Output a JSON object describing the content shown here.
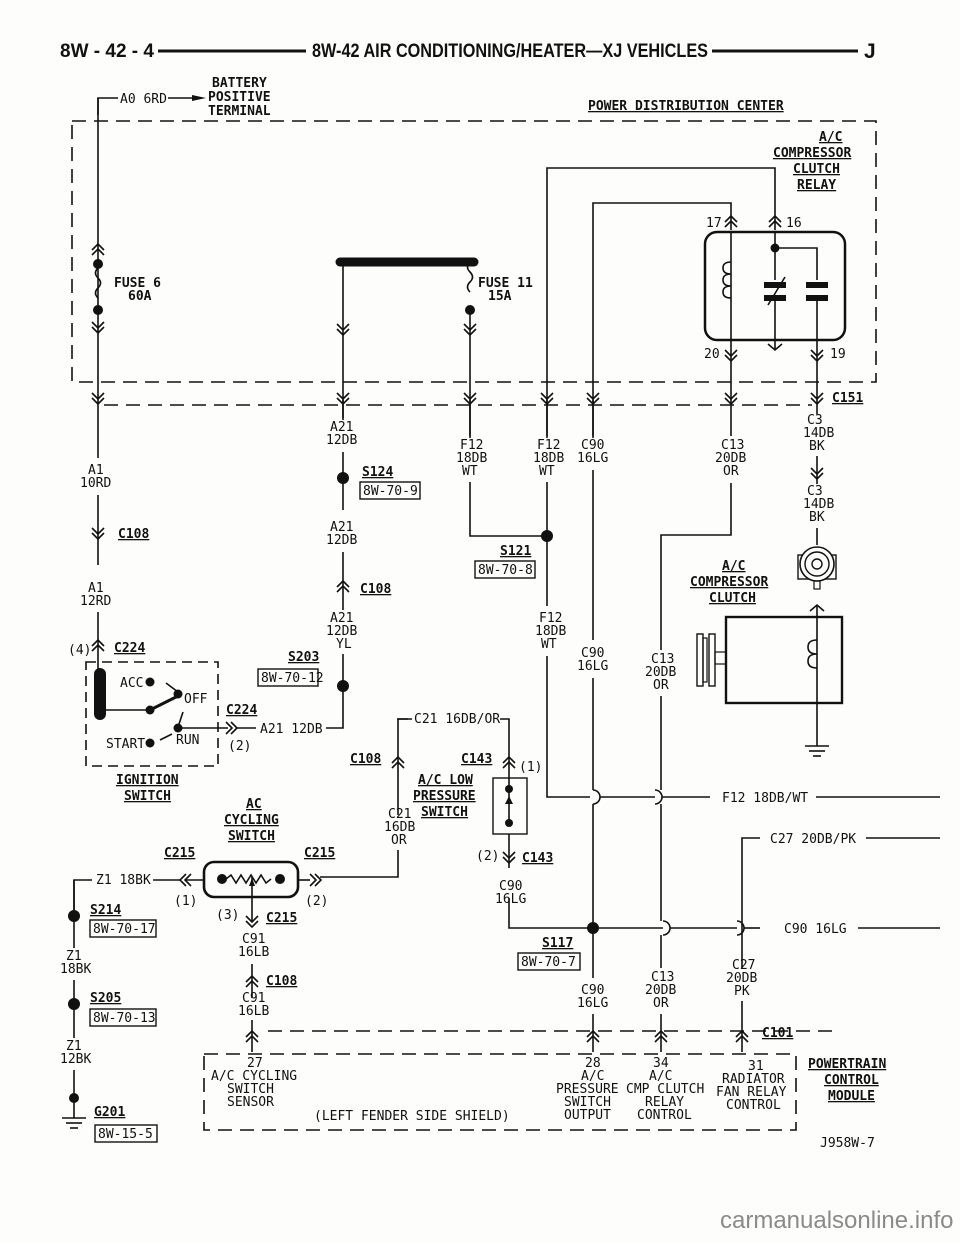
{
  "header": {
    "page_number": "8W - 42 - 4",
    "title": "8W-42 AIR CONDITIONING/HEATER—XJ VEHICLES",
    "section_letter": "J"
  },
  "source": {
    "wire": "A0 6RD",
    "label_lines": [
      "BATTERY",
      "POSITIVE",
      "TERMINAL"
    ]
  },
  "pdc": {
    "title": "POWER DISTRIBUTION CENTER",
    "fuse6": {
      "name": "FUSE 6",
      "rating": "60A"
    },
    "fuse11": {
      "name": "FUSE 11",
      "rating": "15A"
    },
    "relay": {
      "title_lines": [
        "A/C",
        "COMPRESSOR",
        "CLUTCH",
        "RELAY"
      ],
      "pins": [
        "17",
        "16",
        "20",
        "19"
      ]
    }
  },
  "connectors": {
    "c151": "C151",
    "c108": "C108",
    "c224": "C224",
    "c215": "C215",
    "c143": "C143",
    "c101": "C101"
  },
  "splices": [
    {
      "id": "S124",
      "ref": "8W-70-9"
    },
    {
      "id": "S121",
      "ref": "8W-70-8"
    },
    {
      "id": "S203",
      "ref": "8W-70-12"
    },
    {
      "id": "S214",
      "ref": "8W-70-17"
    },
    {
      "id": "S205",
      "ref": "8W-70-13"
    },
    {
      "id": "S117",
      "ref": "8W-70-7"
    }
  ],
  "ground": {
    "id": "G201",
    "ref": "8W-15-5"
  },
  "wires": {
    "a1_10rd": [
      "A1",
      "10RD"
    ],
    "a1_12rd": [
      "A1",
      "12RD"
    ],
    "a21_12db": [
      "A21",
      "12DB"
    ],
    "a21_12db_yl": [
      "A21",
      "12DB",
      "YL"
    ],
    "a21_inline": "A21 12DB",
    "f12_18db_wt": [
      "F12",
      "18DB",
      "WT"
    ],
    "c90_16lg": [
      "C90",
      "16LG"
    ],
    "c13_20db_or": [
      "C13",
      "20DB",
      "OR"
    ],
    "c3_14db_bk": [
      "C3",
      "14DB",
      "BK"
    ],
    "c21_inline": "C21 16DB/OR",
    "c21_16db_or": [
      "C21",
      "16DB",
      "OR"
    ],
    "z1_inline": "Z1 18BK",
    "z1_18bk": [
      "Z1",
      "18BK"
    ],
    "z1_12bk": [
      "Z1",
      "12BK"
    ],
    "c91_16lb": [
      "C91",
      "16LB"
    ],
    "c27_20db_pk": [
      "C27",
      "20DB",
      "PK"
    ],
    "out_f12": "F12 18DB/WT",
    "out_c27": "C27 20DB/PK",
    "out_c90": "C90 16LG"
  },
  "ignition_switch": {
    "title_lines": [
      "IGNITION",
      "SWITCH"
    ],
    "positions": [
      "ACC",
      "OFF",
      "START",
      "RUN"
    ],
    "pin_in": "(4)",
    "pin_out": "(2)"
  },
  "compressor_clutch": {
    "title_lines": [
      "A/C",
      "COMPRESSOR",
      "CLUTCH"
    ]
  },
  "low_pressure_switch": {
    "title_lines": [
      "A/C LOW",
      "PRESSURE",
      "SWITCH"
    ],
    "pin_top": "(1)",
    "pin_bottom": "(2)"
  },
  "cycling_switch": {
    "title_lines": [
      "AC",
      "CYCLING",
      "SWITCH"
    ],
    "pins": [
      "(1)",
      "(2)",
      "(3)"
    ]
  },
  "pcm": {
    "title_lines": [
      "POWERTRAIN",
      "CONTROL",
      "MODULE"
    ],
    "location": "(LEFT FENDER SIDE SHIELD)",
    "pins": [
      {
        "num": "27",
        "lines": [
          "A/C CYCLING",
          "SWITCH",
          "SENSOR"
        ]
      },
      {
        "num": "28",
        "lines": [
          "A/C",
          "PRESSURE",
          "SWITCH",
          "OUTPUT"
        ]
      },
      {
        "num": "34",
        "lines": [
          "A/C",
          "CMP CLUTCH",
          "RELAY",
          "CONTROL"
        ]
      },
      {
        "num": "31",
        "lines": [
          "RADIATOR",
          "FAN RELAY",
          "CONTROL"
        ]
      }
    ]
  },
  "figure_id": "J958W-7",
  "watermark": "carmanualsonline.info"
}
